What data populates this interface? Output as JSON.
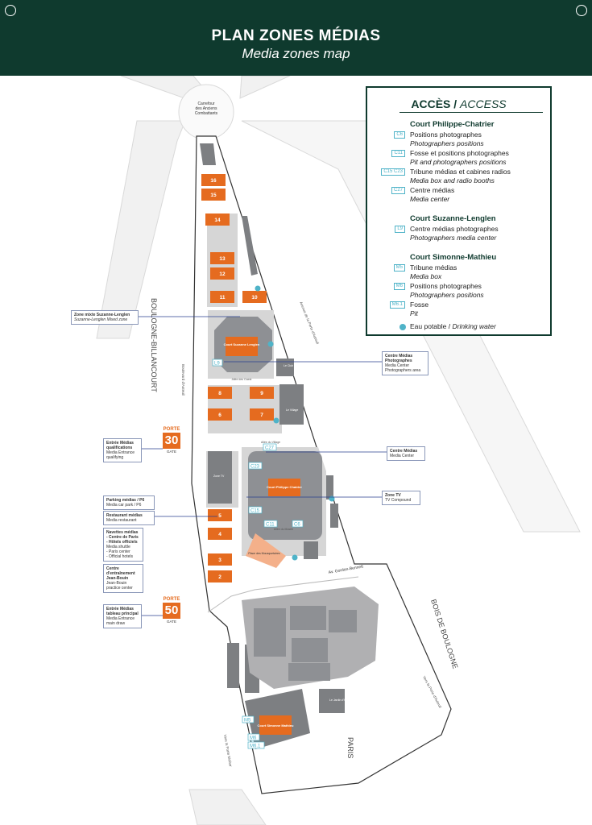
{
  "header": {
    "title": "PLAN ZONES MÉDIAS",
    "subtitle": "Media zones map"
  },
  "legend": {
    "title": "ACCÈS",
    "title_sep": " / ",
    "title_en": "ACCESS",
    "sections": [
      {
        "name": "Court Philippe-Chatrier",
        "items": [
          {
            "codes": "C6",
            "fr": "Positions photographes",
            "en": "Photographers positions"
          },
          {
            "codes": "C11",
            "fr": "Fosse et positions photographes",
            "en": "Pit and photographers positions"
          },
          {
            "codes": "C15  C23",
            "fr": "Tribune médias et cabines radios",
            "en": "Media box and radio booths"
          },
          {
            "codes": "C27",
            "fr": "Centre médias",
            "en": "Media center"
          }
        ]
      },
      {
        "name": "Court Suzanne-Lenglen",
        "items": [
          {
            "codes": "L9",
            "fr": "Centre médias photographes",
            "en": "Photographers media center"
          }
        ]
      },
      {
        "name": "Court Simonne-Mathieu",
        "items": [
          {
            "codes": "M5",
            "fr": "Tribune médias",
            "en": "Media box"
          },
          {
            "codes": "M6",
            "fr": "Positions photographes",
            "en": "Photographers positions"
          },
          {
            "codes": "M6.1",
            "fr": "Fosse",
            "en": "Pit"
          }
        ]
      }
    ],
    "water_fr": "Eau potable",
    "water_sep": " / ",
    "water_en": "Drinking water"
  },
  "map_labels": {
    "carrefour": "Carrefour des Anciens Combattants",
    "boulogne": "BOULOGNE-BILLANCOURT",
    "bois": "BOIS DE BOULOGNE",
    "paris": "PARIS",
    "avenue": "Avenue de la Porte d'Auteuil",
    "boulevard": "Boulevard d'Auteuil",
    "gordon": "Av. Gordon-Bennett",
    "vers_auteuil": "Vers la Porte d'Auteuil",
    "vers_molitor": "Vers la Porte Molitor",
    "court_lenglen": "Court Suzanne Lenglen",
    "court_chatrier": "Court Philippe Chatrier",
    "court_mathieu": "Court Simonne Mathieu",
    "club_loges": "Le Club des Loges",
    "village": "Le Village",
    "zone_tv": "Zone TV",
    "place_mousquetaires": "Place des Mousquetaires",
    "allee_ouest": "Allée des Ouest",
    "allee_village": "Allée du Village",
    "allee_musee": "Allée du Musée",
    "jardin": "Le Jardin d'hiver"
  },
  "courts": [
    "16",
    "15",
    "14",
    "13",
    "12",
    "11",
    "10",
    "8",
    "9",
    "6",
    "7",
    "5",
    "4",
    "3",
    "2"
  ],
  "map_codes": {
    "L9": "L9",
    "C27": "C27",
    "C23": "C23",
    "C15": "C15",
    "C11": "C11",
    "C6": "C6",
    "M5": "M5",
    "M6": "M6",
    "M6_1": "M6.1"
  },
  "callouts": {
    "mixed_fr": "Zone mixte Suzanne-Lenglen",
    "mixed_en": "Suzanne-Lenglen Mixed zone",
    "photo_fr": "Centre Médias Photographes",
    "photo_en1": "Media Center",
    "photo_en2": "Photographers area",
    "entry30_fr1": "Entrée Médias",
    "entry30_fr2": "qualifications",
    "entry30_en1": "Media Entrance",
    "entry30_en2": "qualifying",
    "mc_fr": "Centre Médias",
    "mc_en": "Media Center",
    "tv_fr": "Zone TV",
    "tv_en": "TV Compound",
    "parking_fr": "Parking médias / P6",
    "parking_en": "Media car park / P6",
    "resto_fr": "Restaurant médias",
    "resto_en": "Media restaurant",
    "shuttle_fr1": "Navettes médias",
    "shuttle_fr2": "- Centre de Paris",
    "shuttle_fr3": "- Hôtels officiels",
    "shuttle_en1": "Media shuttle",
    "shuttle_en2": "- Paris center",
    "shuttle_en3": "- Official hotels",
    "jb_fr1": "Centre d'entraînement",
    "jb_fr2": "Jean-Bouin",
    "jb_en1": "Jean-Bouin",
    "jb_en2": "practice center",
    "entry50_fr1": "Entrée Médias",
    "entry50_fr2": "tableau principal",
    "entry50_en1": "Media Entrance",
    "entry50_en2": "main draw"
  },
  "gates": [
    {
      "porte": "PORTE",
      "number": "30",
      "gate": "GATE"
    },
    {
      "porte": "PORTE",
      "number": "50",
      "gate": "GATE"
    }
  ],
  "colors": {
    "header_bg": "#0f3a2e",
    "court_orange": "#e56b1f",
    "building_grey": "#7d7f82",
    "water_blue": "#4fb3c8",
    "callout_line": "#2a3f8f"
  }
}
